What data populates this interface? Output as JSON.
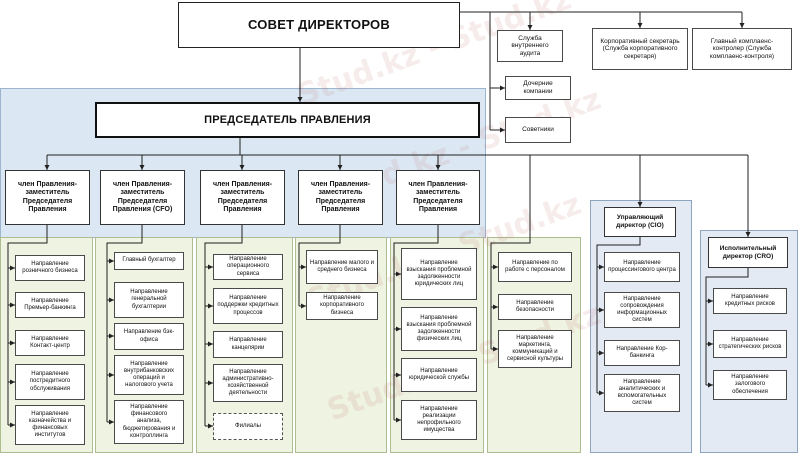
{
  "board": {
    "title": "СОВЕТ ДИРЕКТОРОВ"
  },
  "board_units": [
    "Служба внутреннего аудита",
    "Корпоративный секретарь (Служба корпоративного секретаря)",
    "Главный комплаенс-контролер (Служба комплаенс-контроля)"
  ],
  "side_units": [
    "Дочерние компании",
    "Советники"
  ],
  "chairman": {
    "title": "ПРЕДСЕДАТЕЛЬ ПРАВЛЕНИЯ"
  },
  "deputies": [
    "член Правления-заместитель Председателя Правления",
    "член Правления-заместитель Председателя Правления (CFO)",
    "член Правления-заместитель Председателя Правления",
    "член Правления-заместитель Председателя Правления",
    "член Правления-заместитель Председателя Правления"
  ],
  "columns": [
    {
      "items": [
        "Направление розничного бизнеса",
        "Направление Премьер-банкинга",
        "Направление Контакт-центр",
        "Направление постредитного обслуживания",
        "Направление казначейства и финансовых институтов"
      ]
    },
    {
      "items": [
        "Главный бухгалтер",
        "Направление генеральной бухгалтерии",
        "Направление бэк-офиса",
        "Направление внутрибанковских операций и налогового учета",
        "Направление финансового анализа, бюджетирования и контроллинга"
      ]
    },
    {
      "items": [
        "Направление операционного сервиса",
        "Направление поддержки кредитных процессов",
        "Направление канцелярии",
        "Направление административно-хозяйственной деятельности",
        "Филиалы"
      ]
    },
    {
      "items": [
        "Направление малого и среднего бизнеса",
        "Направление корпоративного бизнеса"
      ]
    },
    {
      "items": [
        "Направление взыскания проблемной задолженности юридических лиц",
        "Направление взыскания проблемной задолженности физических лиц",
        "Направление юридической службы",
        "Направление реализации непрофильного имущества"
      ]
    },
    {
      "items": [
        "Направление по работе с персоналом",
        "Направление безопасности",
        "Направление маркетинга, коммуникаций и сервисной культуры"
      ]
    }
  ],
  "cio": {
    "title": "Управляющий директор (CIO)",
    "items": [
      "Направление процессингового центра",
      "Направление сопровождения информационных систем",
      "Направление Кор-банкинга",
      "Направление аналитических и вспомогательных систем"
    ]
  },
  "cro": {
    "title": "Исполнительный директор (CRO)",
    "items": [
      "Направление кредитных рисков",
      "Направление стратегических рисков",
      "Направление залогового обеспечения"
    ]
  },
  "colors": {
    "top_region": "#dbe8f3",
    "management_columns": "#eef3e2",
    "director_columns": "#e3eaf4",
    "lines": "#222222"
  },
  "watermark": "Stud.kz - Stud.kz"
}
